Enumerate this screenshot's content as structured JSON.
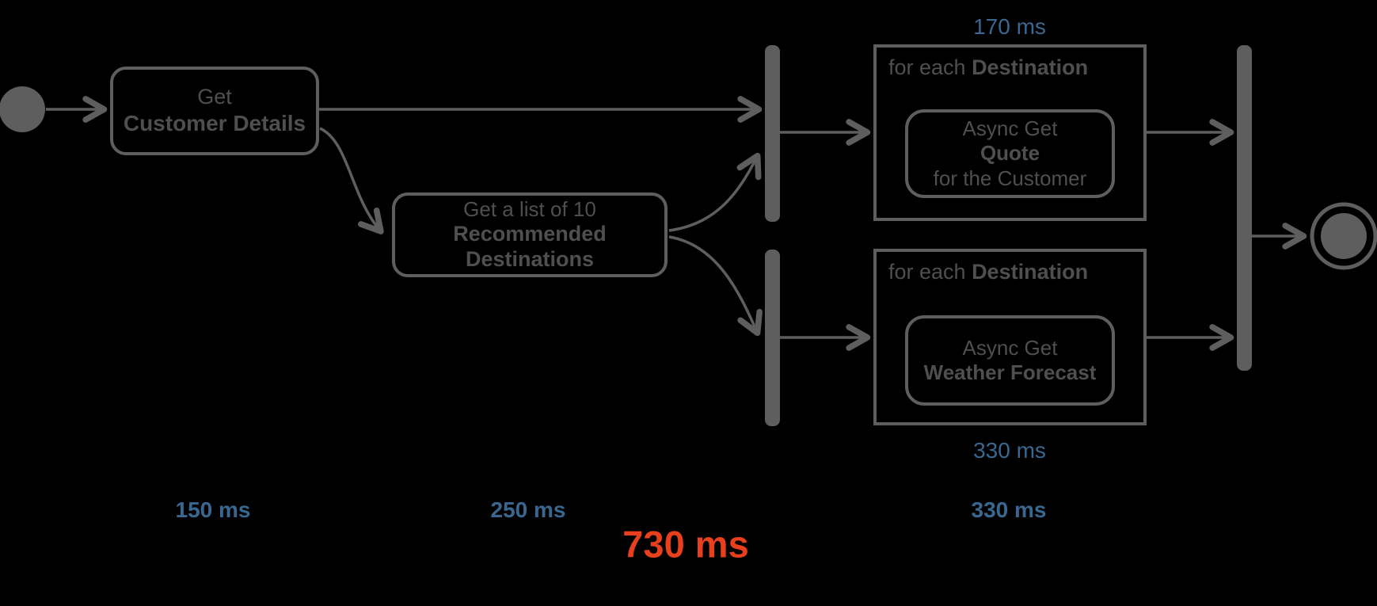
{
  "diagram": {
    "type": "uml-activity-diagram",
    "background": "#000000",
    "colors": {
      "shape_gray": "#5E5E5E",
      "text_gray": "#4F4F4F",
      "timing_blue": "#3A678F",
      "total_orange": "#E8401C"
    },
    "nodes": {
      "get_customer": {
        "line1": "Get",
        "line2_bold": "Customer Details"
      },
      "get_destinations": {
        "line1": "Get a list of 10",
        "line2_bold": "Recommended",
        "line3_bold": "Destinations"
      },
      "foreach_quote": {
        "label_prefix": "for each ",
        "label_bold": "Destination",
        "action": {
          "line1": "Async Get",
          "line2_bold": "Quote",
          "line3": "for the Customer"
        }
      },
      "foreach_weather": {
        "label_prefix": "for each ",
        "label_bold": "Destination",
        "action": {
          "line1": "Async Get",
          "line2_bold": "Weather Forecast"
        }
      }
    },
    "timings": {
      "quote_loop": "170 ms",
      "weather_loop": "330 ms",
      "get_customer": "150 ms",
      "get_destinations": "250 ms",
      "parallel_loops": "330 ms",
      "total": "730 ms"
    }
  }
}
